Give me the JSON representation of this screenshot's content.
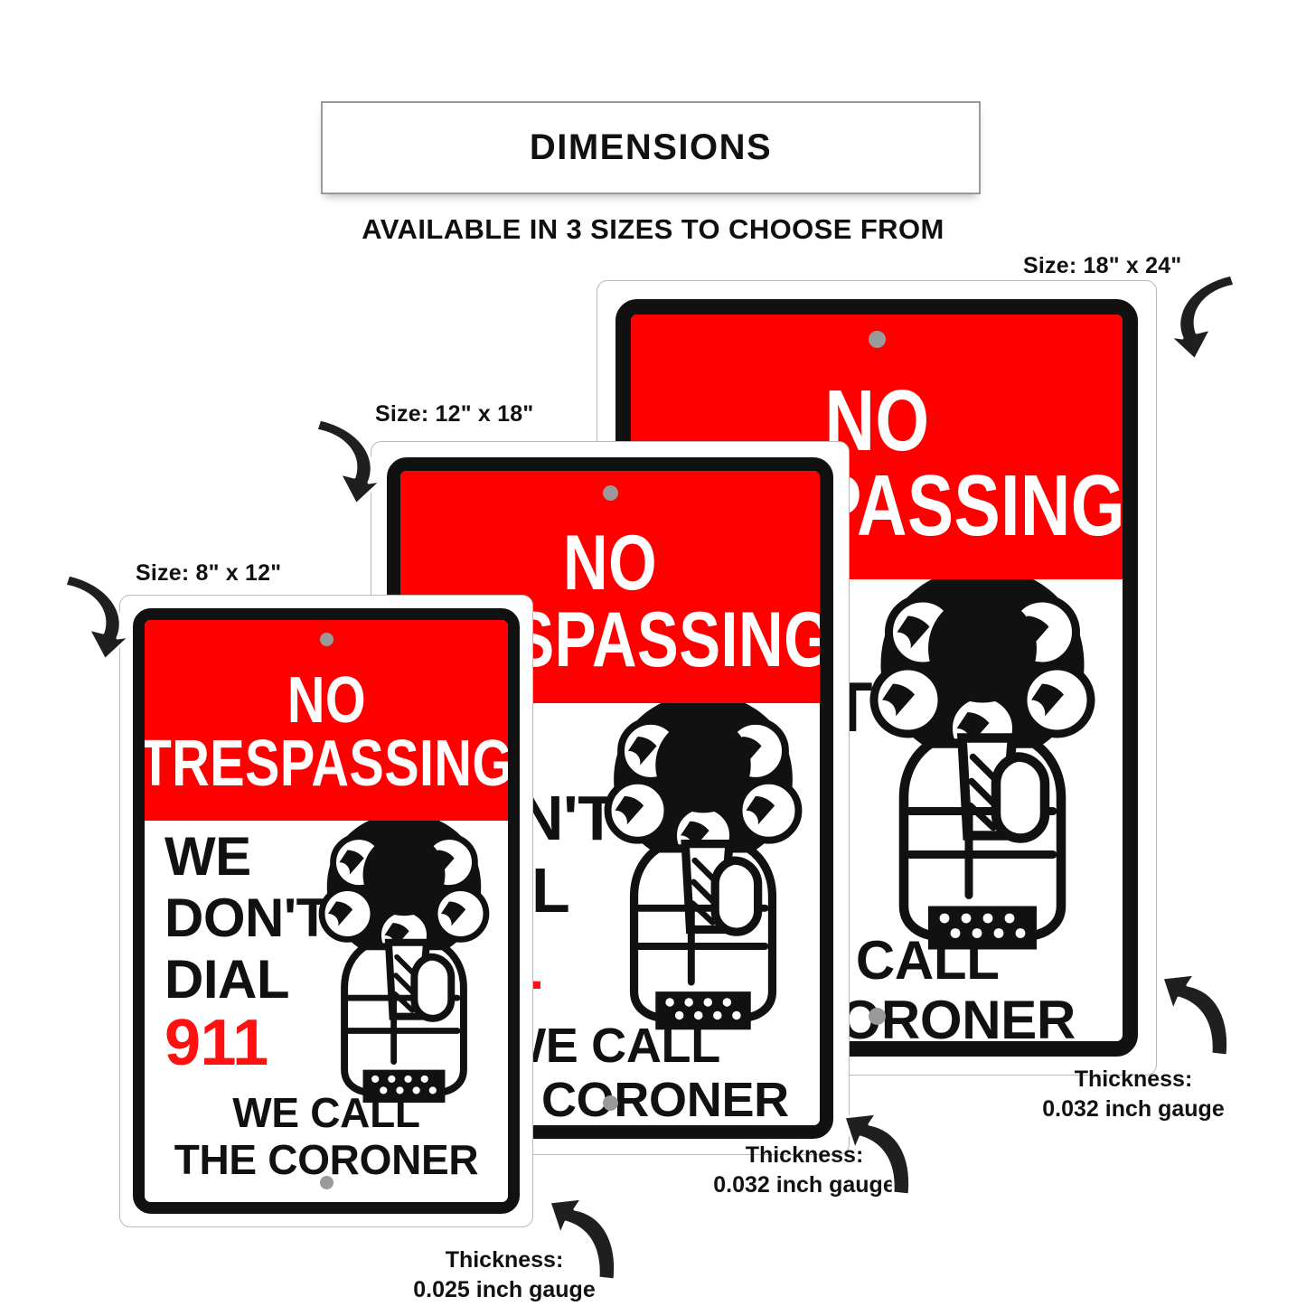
{
  "header": {
    "box_title": "DIMENSIONS",
    "subtitle": "AVAILABLE IN 3 SIZES TO CHOOSE FROM"
  },
  "colors": {
    "sign_red": "#FF0000",
    "sign_black": "#111111",
    "sign_white": "#FFFFFF",
    "hole_gray": "#9A9A9A",
    "box_border_gray": "#9A9A9A",
    "number_red": "#FF1111"
  },
  "sign_content": {
    "band_line_1": "NO",
    "band_line_2": "TRESPASSING",
    "body_line_1": "WE",
    "body_line_2": "DON'T",
    "body_line_3": "DIAL",
    "body_number": "911",
    "footer_line_1": "WE CALL",
    "footer_line_2": "THE CORONER"
  },
  "signs": [
    {
      "id": "large",
      "size_label": "Size: 18\" x 24\"",
      "thickness_label_line_1": "Thickness:",
      "thickness_label_line_2": "0.032 inch gauge"
    },
    {
      "id": "medium",
      "size_label": "Size: 12\" x 18\"",
      "thickness_label_line_1": "Thickness:",
      "thickness_label_line_2": "0.032 inch gauge"
    },
    {
      "id": "small",
      "size_label": "Size: 8\" x 12\"",
      "thickness_label_line_1": "Thickness:",
      "thickness_label_line_2": "0.025 inch gauge"
    }
  ]
}
